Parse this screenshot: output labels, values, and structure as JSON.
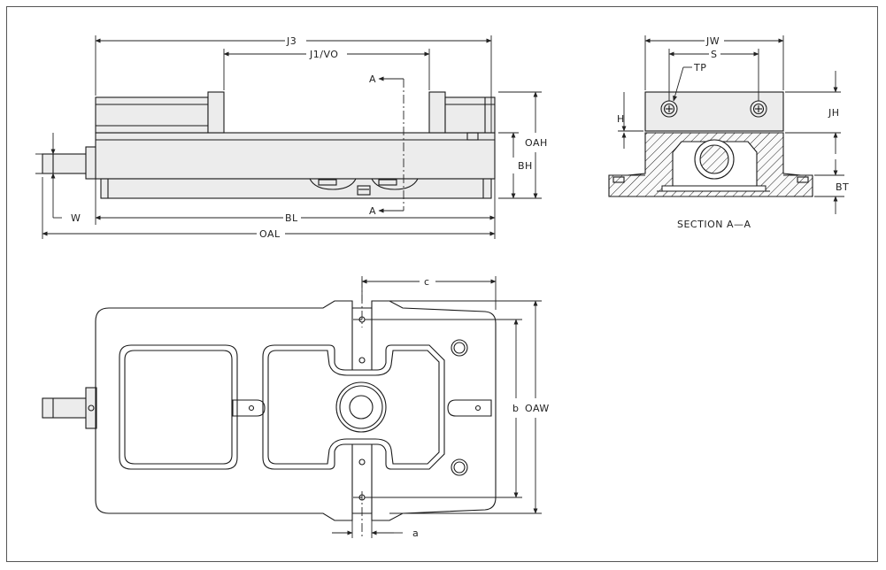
{
  "front_view": {
    "labels": {
      "j3": "J3",
      "j1_vo": "J1/VO",
      "oah": "OAH",
      "bh": "BH",
      "w": "W",
      "bl": "BL",
      "oal": "OAL",
      "section_top": "A",
      "section_bottom": "A"
    }
  },
  "section_view": {
    "labels": {
      "jw": "JW",
      "s": "S",
      "tp": "TP",
      "h": "H",
      "jh": "JH",
      "bt": "BT"
    },
    "caption": "SECTION A—A"
  },
  "top_view": {
    "labels": {
      "c": "c",
      "b": "b",
      "oaw": "OAW",
      "a": "a"
    }
  }
}
